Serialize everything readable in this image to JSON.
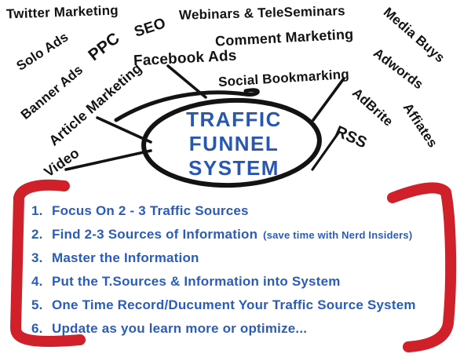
{
  "diagram_title": "TRAFFIC FUNNEL SYSTEM",
  "funnel": {
    "title_lines": [
      "TRAFFIC",
      "FUNNEL",
      "SYSTEM"
    ]
  },
  "sources": [
    {
      "id": "twitter-marketing",
      "label": "Twitter Marketing"
    },
    {
      "id": "solo-ads",
      "label": "Solo Ads"
    },
    {
      "id": "ppc",
      "label": "PPC"
    },
    {
      "id": "seo",
      "label": "SEO"
    },
    {
      "id": "webinars",
      "label": "Webinars & TeleSeminars"
    },
    {
      "id": "comment-marketing",
      "label": "Comment Marketing"
    },
    {
      "id": "media-buys",
      "label": "Media Buys"
    },
    {
      "id": "adwords",
      "label": "Adwords"
    },
    {
      "id": "facebook-ads",
      "label": "Facebook Ads"
    },
    {
      "id": "social-bookmarking",
      "label": "Social Bookmarking"
    },
    {
      "id": "banner-ads",
      "label": "Banner Ads"
    },
    {
      "id": "article-marketing",
      "label": "Article Marketing"
    },
    {
      "id": "adbrite",
      "label": "AdBrite"
    },
    {
      "id": "affiates",
      "label": "Affiates"
    },
    {
      "id": "video",
      "label": "Video"
    },
    {
      "id": "rss",
      "label": "RSS"
    }
  ],
  "steps": [
    {
      "num": "1.",
      "text": "Focus On 2 - 3 Traffic Sources",
      "note": ""
    },
    {
      "num": "2.",
      "text": "Find 2-3 Sources of Information",
      "note": "(save time with Nerd Insiders)"
    },
    {
      "num": "3.",
      "text": "Master the Information",
      "note": ""
    },
    {
      "num": "4.",
      "text": "Put the T.Sources & Information into System",
      "note": ""
    },
    {
      "num": "5.",
      "text": "One Time Record/Ducument Your Traffic Source System",
      "note": ""
    },
    {
      "num": "6.",
      "text": "Update as you learn more or optimize...",
      "note": ""
    }
  ],
  "colors": {
    "label_black": "#131313",
    "title_blue": "#2857b2",
    "list_blue": "#2a5cbe",
    "bracket_red": "#d0202a",
    "background": "#ffffff"
  }
}
